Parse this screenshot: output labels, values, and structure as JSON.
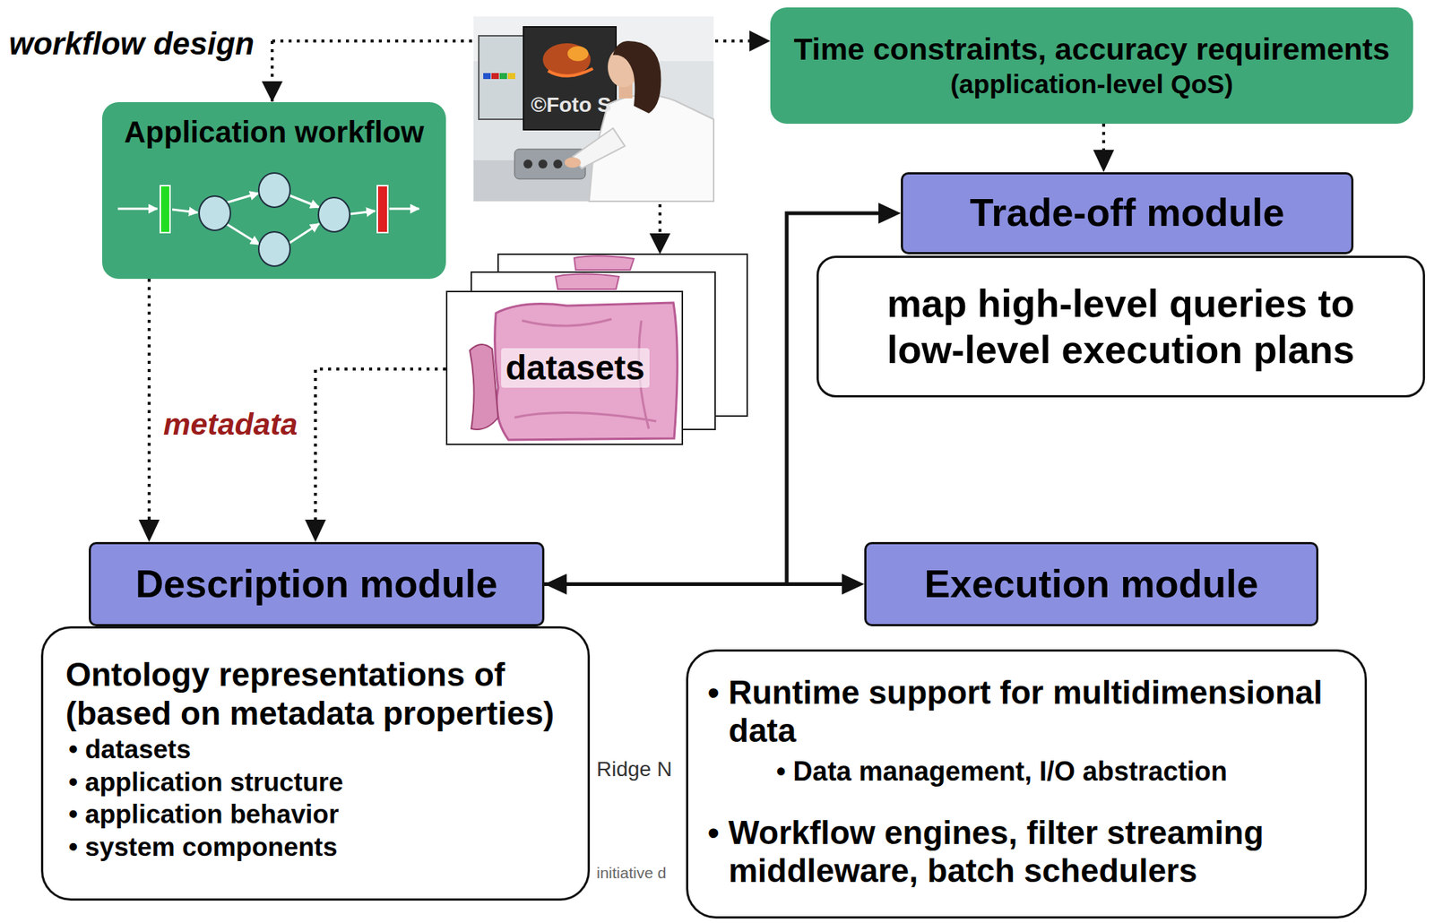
{
  "diagram": {
    "nodes": [
      {
        "text": [
          "Application workflow"
        ]
      },
      {
        "text": [
          "Time constraints, accuracy requirements",
          "(application-level QoS)"
        ]
      },
      {
        "text": [
          "datasets"
        ]
      },
      {
        "text": [
          "Trade-off module"
        ]
      },
      {
        "text": [
          "map high-level queries to low-level execution plans"
        ]
      },
      {
        "text": [
          "Description module"
        ]
      },
      {
        "text": [
          "Ontology representations of (based on metadata properties)",
          "• datasets",
          "• application structure",
          "• application behavior",
          "• system components"
        ]
      },
      {
        "text": [
          "Execution module"
        ]
      },
      {
        "text": [
          "• Runtime support for multidimensional data",
          "• Data management, I/O abstraction",
          "• Workflow engines, filter streaming middleware, batch schedulers"
        ]
      }
    ],
    "edges": [
      {
        "from": 0,
        "to": 5,
        "arrow": "to"
      },
      {
        "from": 2,
        "to": 5,
        "arrow": "to"
      },
      {
        "from": 1,
        "to": 3,
        "arrow": "to"
      },
      {
        "from": 5,
        "to": 7,
        "arrow": "both"
      },
      {
        "from": 5,
        "to": 3,
        "arrow": "to"
      }
    ],
    "labels": [
      "workflow design",
      "metadata",
      "©Foto S",
      "Ridge N",
      "initiative d"
    ]
  }
}
